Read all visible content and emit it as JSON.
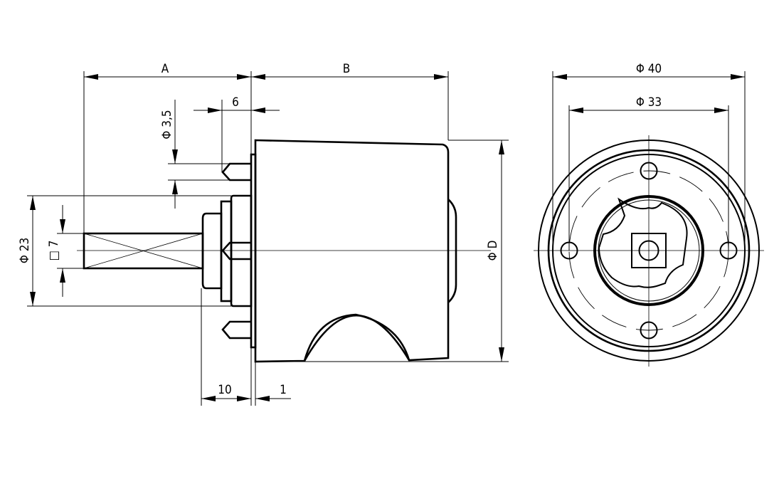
{
  "drawing": {
    "side_view": {
      "dim_a": "A",
      "dim_b": "B",
      "dim_pin_length": "6",
      "dim_pin_diameter": "Φ 3,5",
      "dim_collar_diameter": "Φ 23",
      "dim_shaft_square": "□ 7",
      "dim_body_diameter": "Φ D",
      "dim_collar_length": "10",
      "dim_plate_thickness": "1"
    },
    "front_view": {
      "dim_outer_diameter": "Φ 40",
      "dim_bolt_circle": "Φ 33"
    }
  }
}
